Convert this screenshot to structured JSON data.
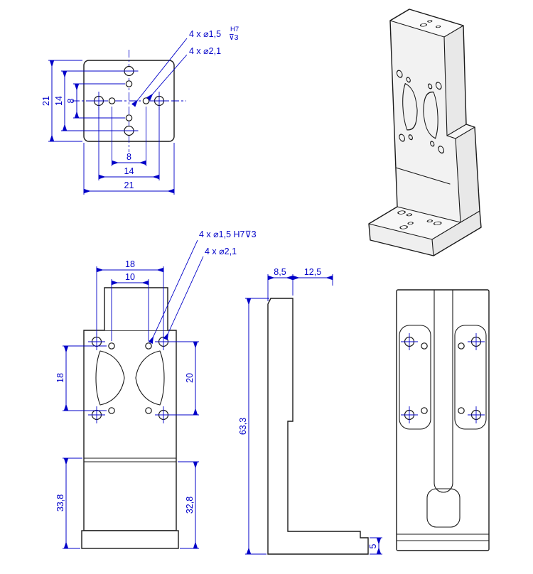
{
  "colors": {
    "outline": "#1a1a1a",
    "dimension": "#0000c8",
    "fill_light": "#f2f2f2"
  },
  "top_view": {
    "dims": {
      "v_outer": "21",
      "v_mid": "14",
      "v_inner": "8",
      "h_inner": "8",
      "h_mid": "14",
      "h_outer": "21"
    },
    "notes": {
      "small_holes": "4 x ⌀1,5",
      "small_holes_tolerance": "H7",
      "small_holes_depth": "⊽3",
      "large_holes": "4 x ⌀2,1"
    }
  },
  "front_view": {
    "dims": {
      "h_outer": "18",
      "h_inner": "10",
      "v_left": "18",
      "v_right": "20",
      "height_left": "33,8",
      "height_right": "32,8"
    },
    "notes": {
      "small_holes": "4 x ⌀1,5 H7⊽3",
      "large_holes": "4 x ⌀2,1"
    }
  },
  "side_view": {
    "dims": {
      "thickness": "8,5",
      "base_extension": "12,5",
      "height": "63,3",
      "base_thickness": "5"
    }
  }
}
